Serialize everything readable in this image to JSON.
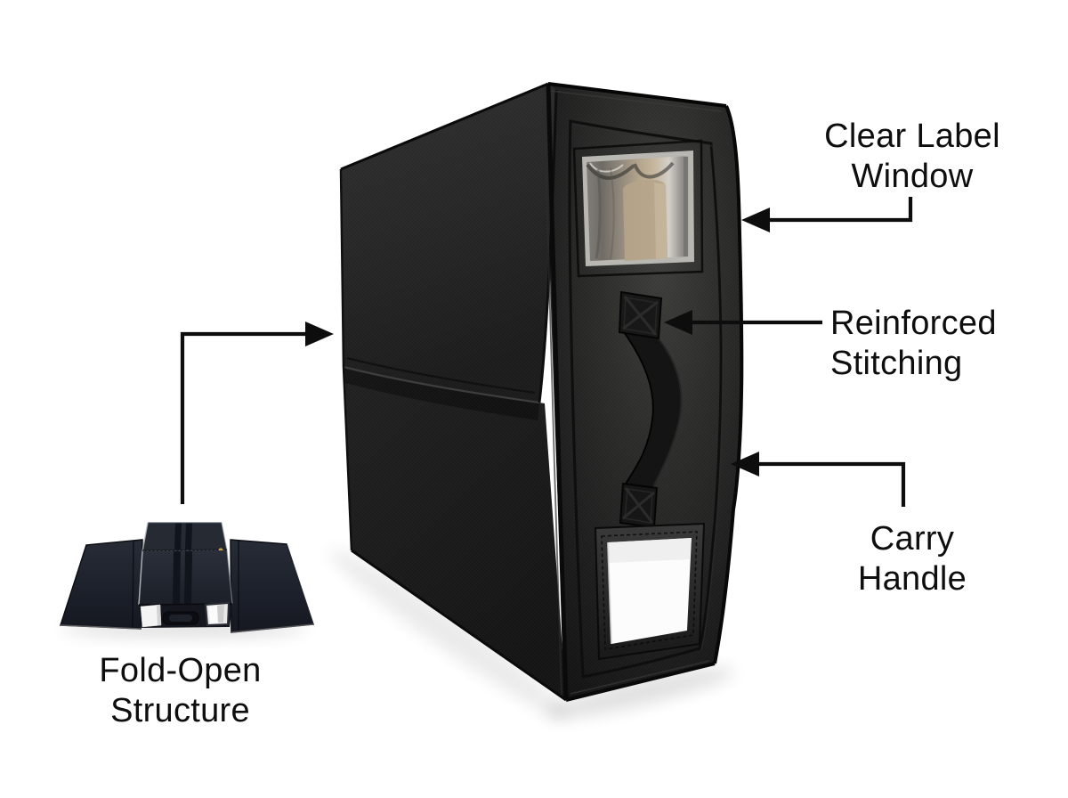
{
  "figure": {
    "kind": "product-feature-diagram",
    "subject": "black fabric storage case with fold-open structure",
    "background": "#ffffff"
  },
  "annotations": [
    {
      "id": "clear-label-window",
      "lines": [
        "Clear Label",
        "Window"
      ]
    },
    {
      "id": "reinforced-stitching",
      "lines": [
        "Reinforced",
        "Stitching"
      ]
    },
    {
      "id": "carry-handle",
      "lines": [
        "Carry",
        "Handle"
      ]
    },
    {
      "id": "fold-open-structure",
      "lines": [
        "Fold-Open",
        "Structure"
      ]
    }
  ],
  "colors": {
    "annotation_ink": "#0d0d0d",
    "fabric_dark": "#1b1b1b",
    "fabric_mid": "#262626",
    "fabric_highlight": "#3e3e3c",
    "inset_navy": "#232833",
    "stripe_navy": "#0f141d",
    "label_card_white": "#fcfcfc",
    "window_tan": "#b5a68d",
    "zipper_pull_gold": "#c9a24a"
  }
}
